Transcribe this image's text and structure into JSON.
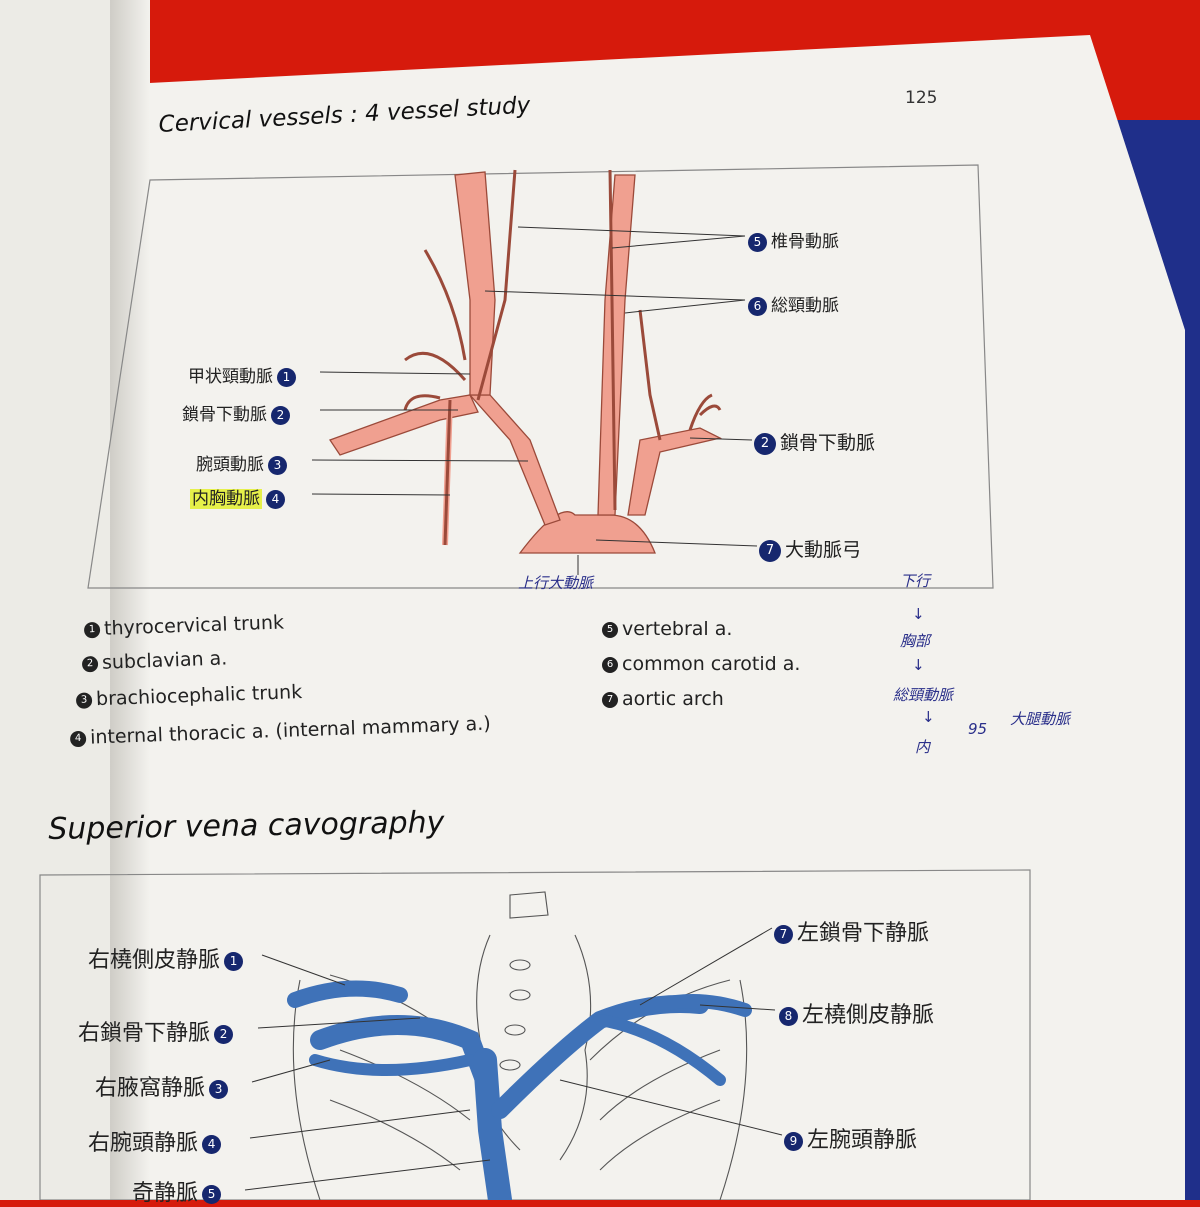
{
  "page_number": "125",
  "section1": {
    "title": "Cervical vessels : 4 vessel study",
    "labels_left": [
      {
        "num": "1",
        "text": "甲状頸動脈"
      },
      {
        "num": "2",
        "text": "鎖骨下動脈"
      },
      {
        "num": "3",
        "text": "腕頭動脈"
      },
      {
        "num": "4",
        "text": "内胸動脈"
      }
    ],
    "labels_right": [
      {
        "num": "5",
        "text": "椎骨動脈"
      },
      {
        "num": "6",
        "text": "総頸動脈"
      },
      {
        "num": "2",
        "text": "鎖骨下動脈"
      },
      {
        "num": "7",
        "text": "大動脈弓"
      }
    ],
    "legend_left": [
      {
        "num": "1",
        "text": "thyrocervical trunk"
      },
      {
        "num": "2",
        "text": "subclavian a."
      },
      {
        "num": "3",
        "text": "brachiocephalic trunk"
      },
      {
        "num": "4",
        "text": "internal thoracic a. (internal mammary a.)"
      }
    ],
    "legend_right": [
      {
        "num": "5",
        "text": "vertebral a."
      },
      {
        "num": "6",
        "text": "common carotid a."
      },
      {
        "num": "7",
        "text": "aortic arch"
      }
    ],
    "handwriting_below": "上行大動脈",
    "handwriting_side": [
      "下行",
      "↓",
      "胸部",
      "↓",
      "総頸動脈",
      "↓",
      "内",
      "95",
      "大腿動脈"
    ]
  },
  "section2": {
    "title": "Superior vena cavography",
    "labels_left": [
      {
        "num": "1",
        "text": "右橈側皮静脈"
      },
      {
        "num": "2",
        "text": "右鎖骨下静脈"
      },
      {
        "num": "3",
        "text": "右腋窩静脈"
      },
      {
        "num": "4",
        "text": "右腕頭静脈"
      },
      {
        "num": "5",
        "text": "奇静脈"
      }
    ],
    "labels_right": [
      {
        "num": "7",
        "text": "左鎖骨下静脈"
      },
      {
        "num": "8",
        "text": "左橈側皮静脈"
      },
      {
        "num": "9",
        "text": "左腕頭静脈"
      }
    ]
  },
  "colors": {
    "artery": "#f0a090",
    "vein": "#3f72b8",
    "badge": "#16276e",
    "highlight": "#e6f04a"
  }
}
